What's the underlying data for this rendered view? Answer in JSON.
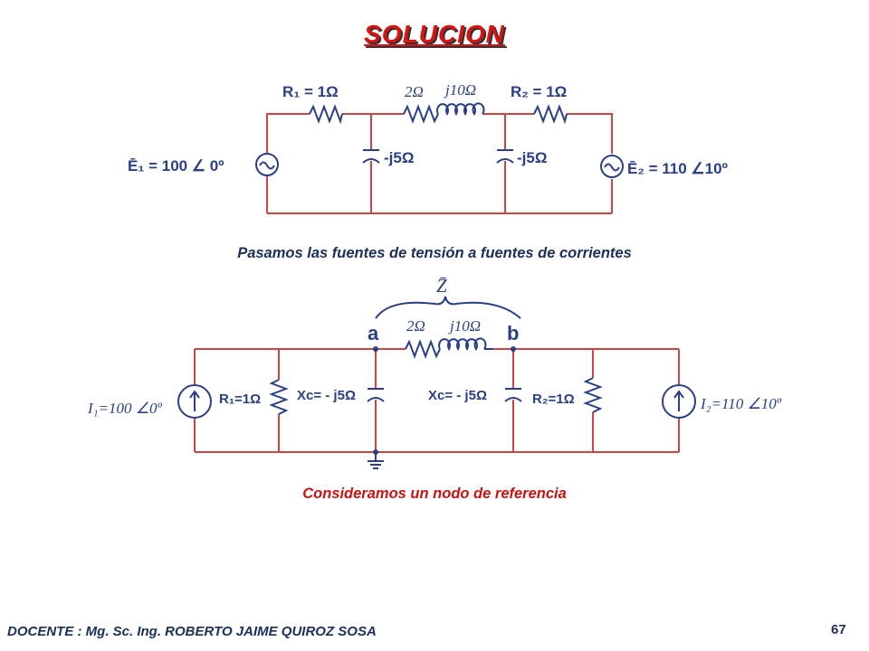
{
  "title": "SOLUCION",
  "circuit1": {
    "r1_label": "R₁ = 1Ω",
    "r_mid_label": "2Ω",
    "l_label": "j10Ω",
    "r2_label": "R₂ = 1Ω",
    "c1_label": "-j5Ω",
    "c2_label": "-j5Ω",
    "e1_label": "Ē₁ = 100 ∠ 0º",
    "e2_label": "Ē₂ = 110 ∠10º"
  },
  "caption1": "Pasamos las fuentes de tensión a fuentes   de  corrientes",
  "circuit2": {
    "z_label": "Z̄",
    "node_a": "a",
    "node_b": "b",
    "r_mid_label": "2Ω",
    "l_label": "j10Ω",
    "i1_label": "I₁=100 ∠0º",
    "r1_label": "R₁=1Ω",
    "xc1_label": "Xc= - j5Ω",
    "xc2_label": "Xc= - j5Ω",
    "r2_label": "R₂=1Ω",
    "i2_label": "I₂=110 ∠10º"
  },
  "caption2": "Consideramos un nodo de referencia",
  "footer": "DOCENTE : Mg. Sc. Ing. ROBERTO JAIME QUIROZ SOSA",
  "page_number": "67",
  "colors": {
    "wire": "#cc4444",
    "component": "#2a3f86",
    "title": "#dd1111"
  }
}
